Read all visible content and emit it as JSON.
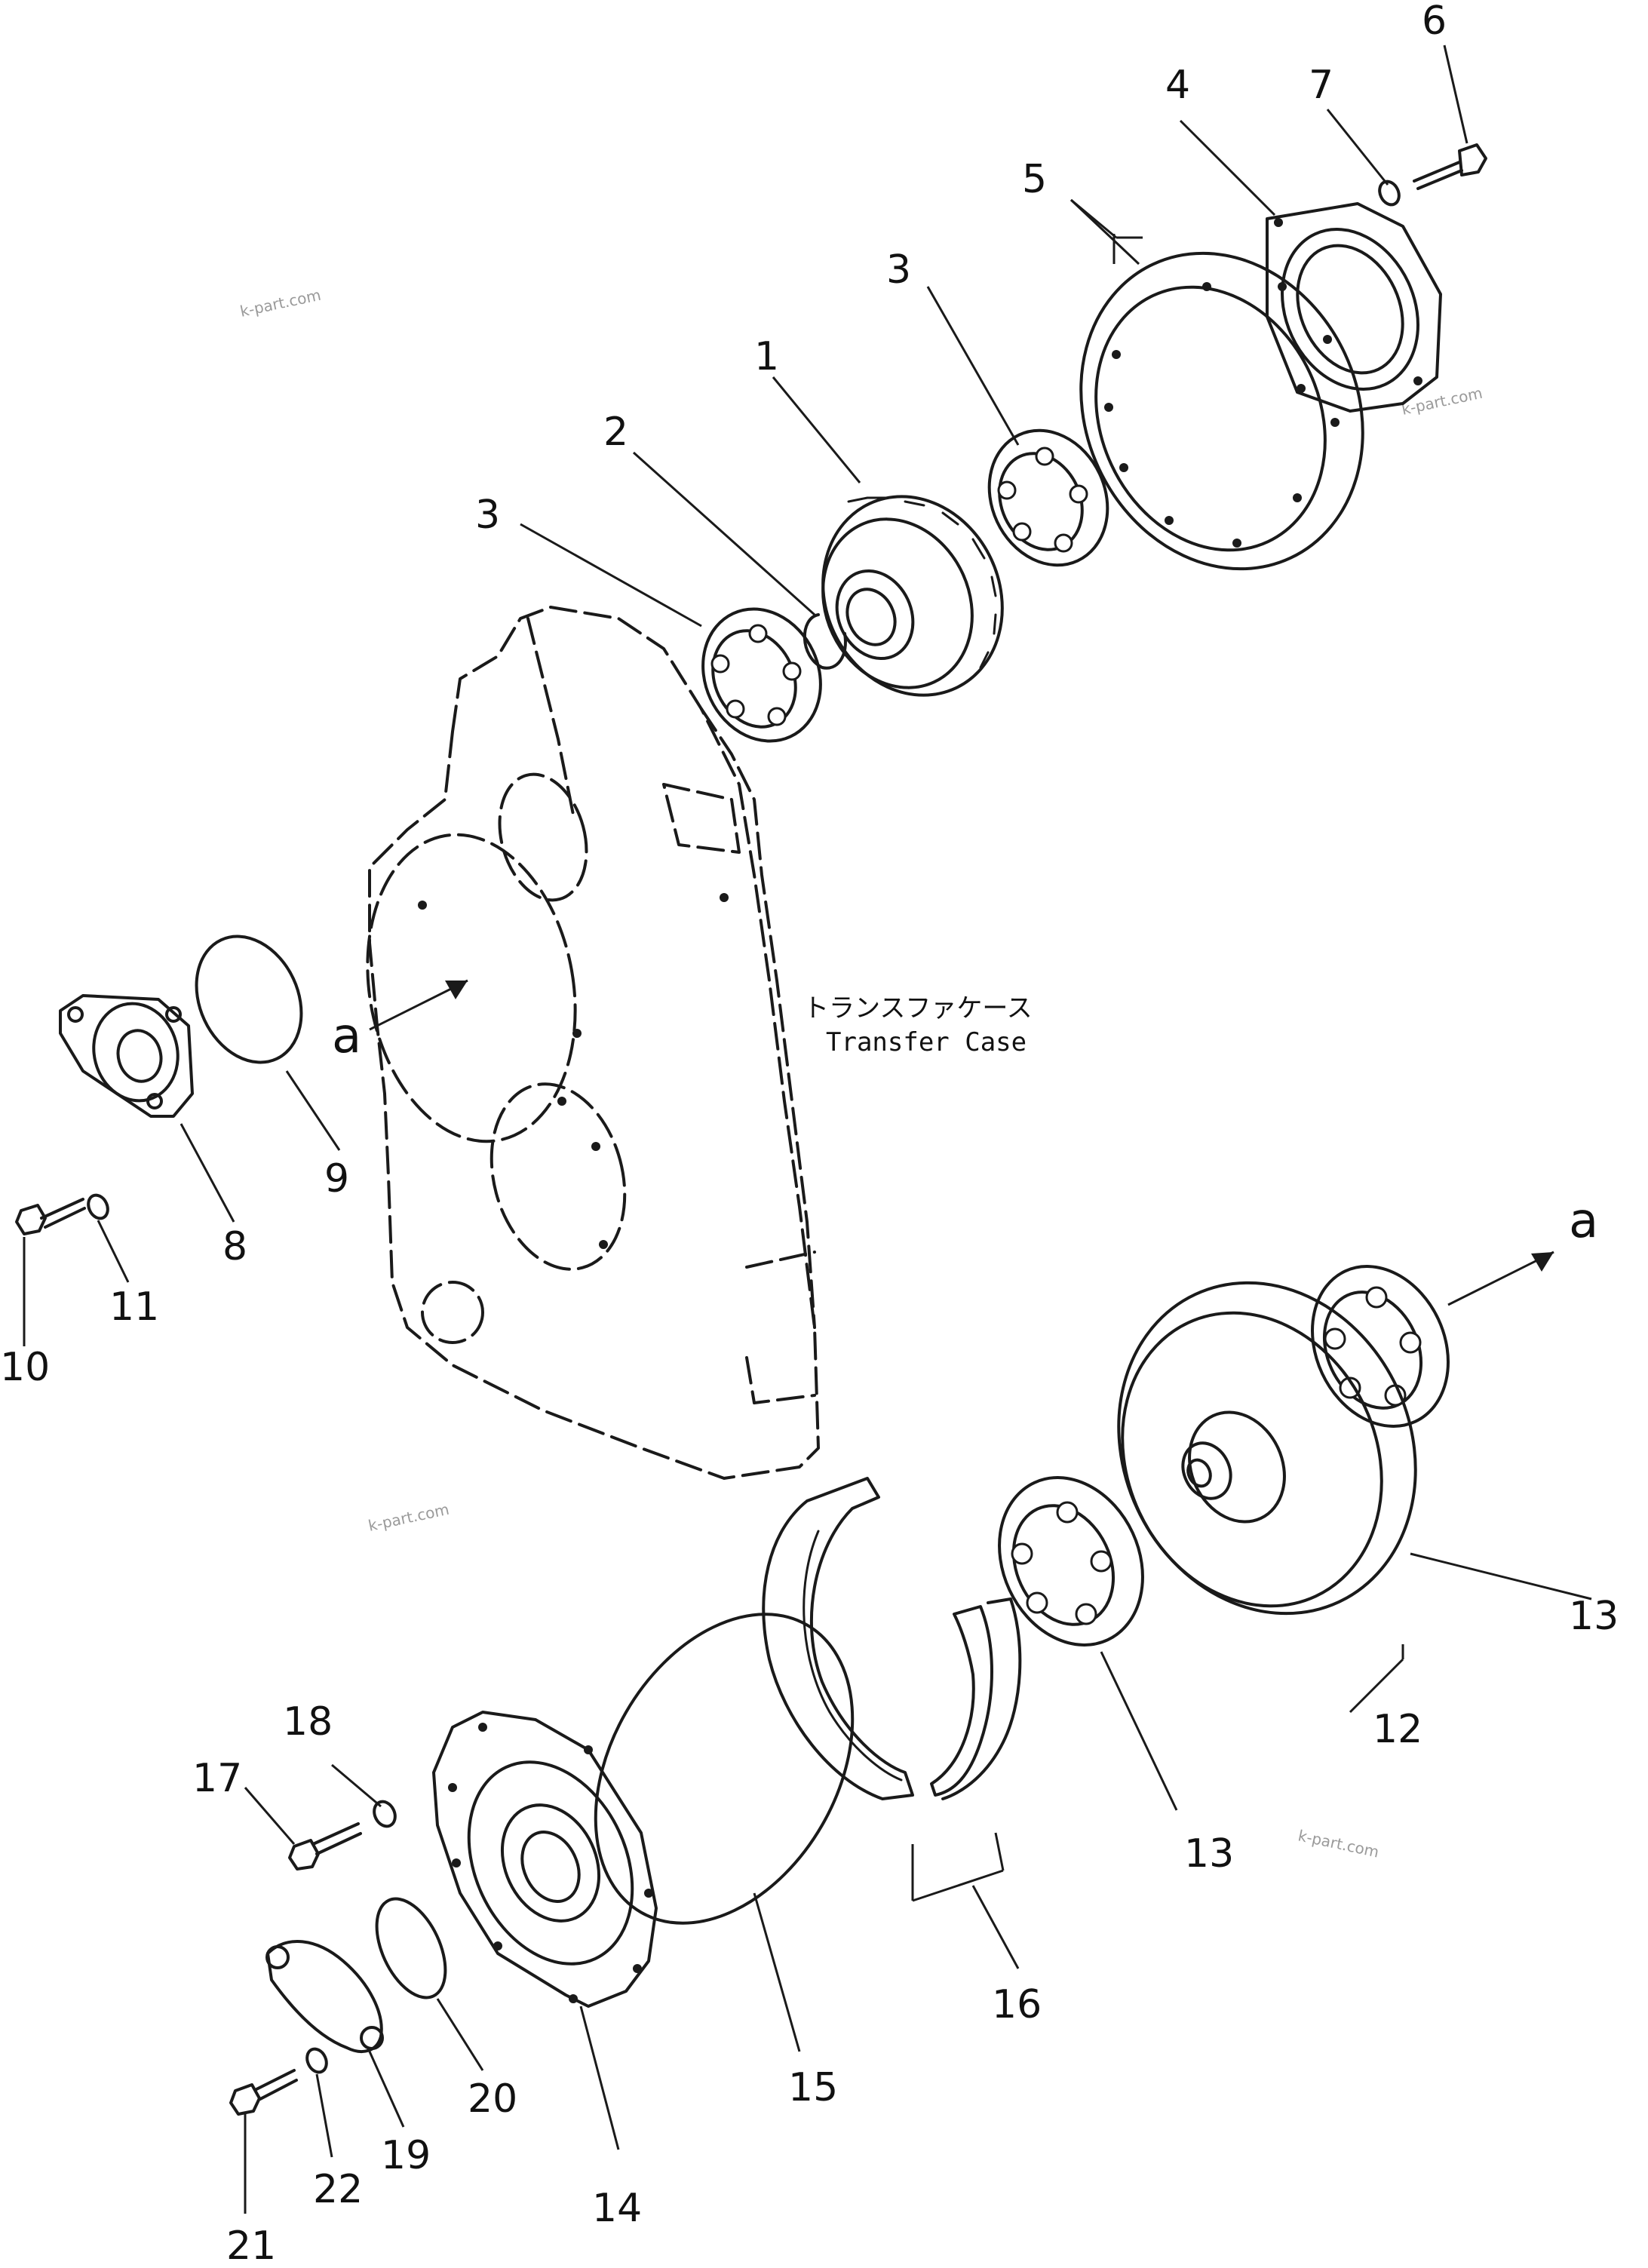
{
  "callouts": [
    "1",
    "2",
    "3",
    "3",
    "4",
    "5",
    "6",
    "7",
    "8",
    "9",
    "10",
    "11",
    "12",
    "13",
    "13",
    "14",
    "15",
    "16",
    "17",
    "18",
    "19",
    "20",
    "21",
    "22"
  ],
  "arrow_label": "a",
  "case_label_jp": "トランスファケース",
  "case_label_en": "Transfer Case",
  "watermark": "k-part.com"
}
